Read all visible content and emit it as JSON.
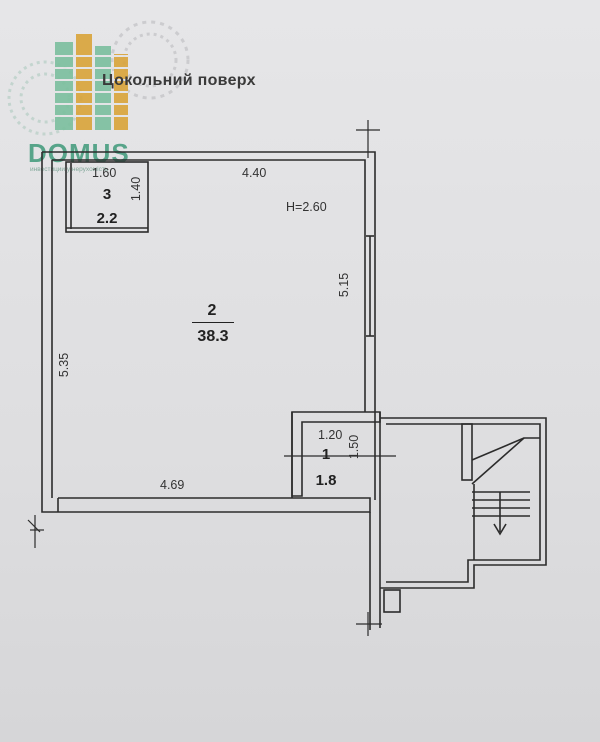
{
  "title": "Цокольний поверх",
  "logo": {
    "name": "DOMUS",
    "tagline": "инвестиции у нерухомість",
    "color": "#3f9a7a",
    "accent": "#d9a43a"
  },
  "height_label": "H=2.60",
  "dimensions": {
    "top_wall": "4.40",
    "room3_width": "1.60",
    "room3_depth": "1.40",
    "right_wall": "5.15",
    "left_wall": "5.35",
    "bottom_wall": "4.69",
    "room1_width": "1.20",
    "room1_depth": "1.50"
  },
  "rooms": [
    {
      "number": "3",
      "area": "2.2"
    },
    {
      "number": "2",
      "area": "38.3"
    },
    {
      "number": "1",
      "area": "1.8"
    }
  ]
}
